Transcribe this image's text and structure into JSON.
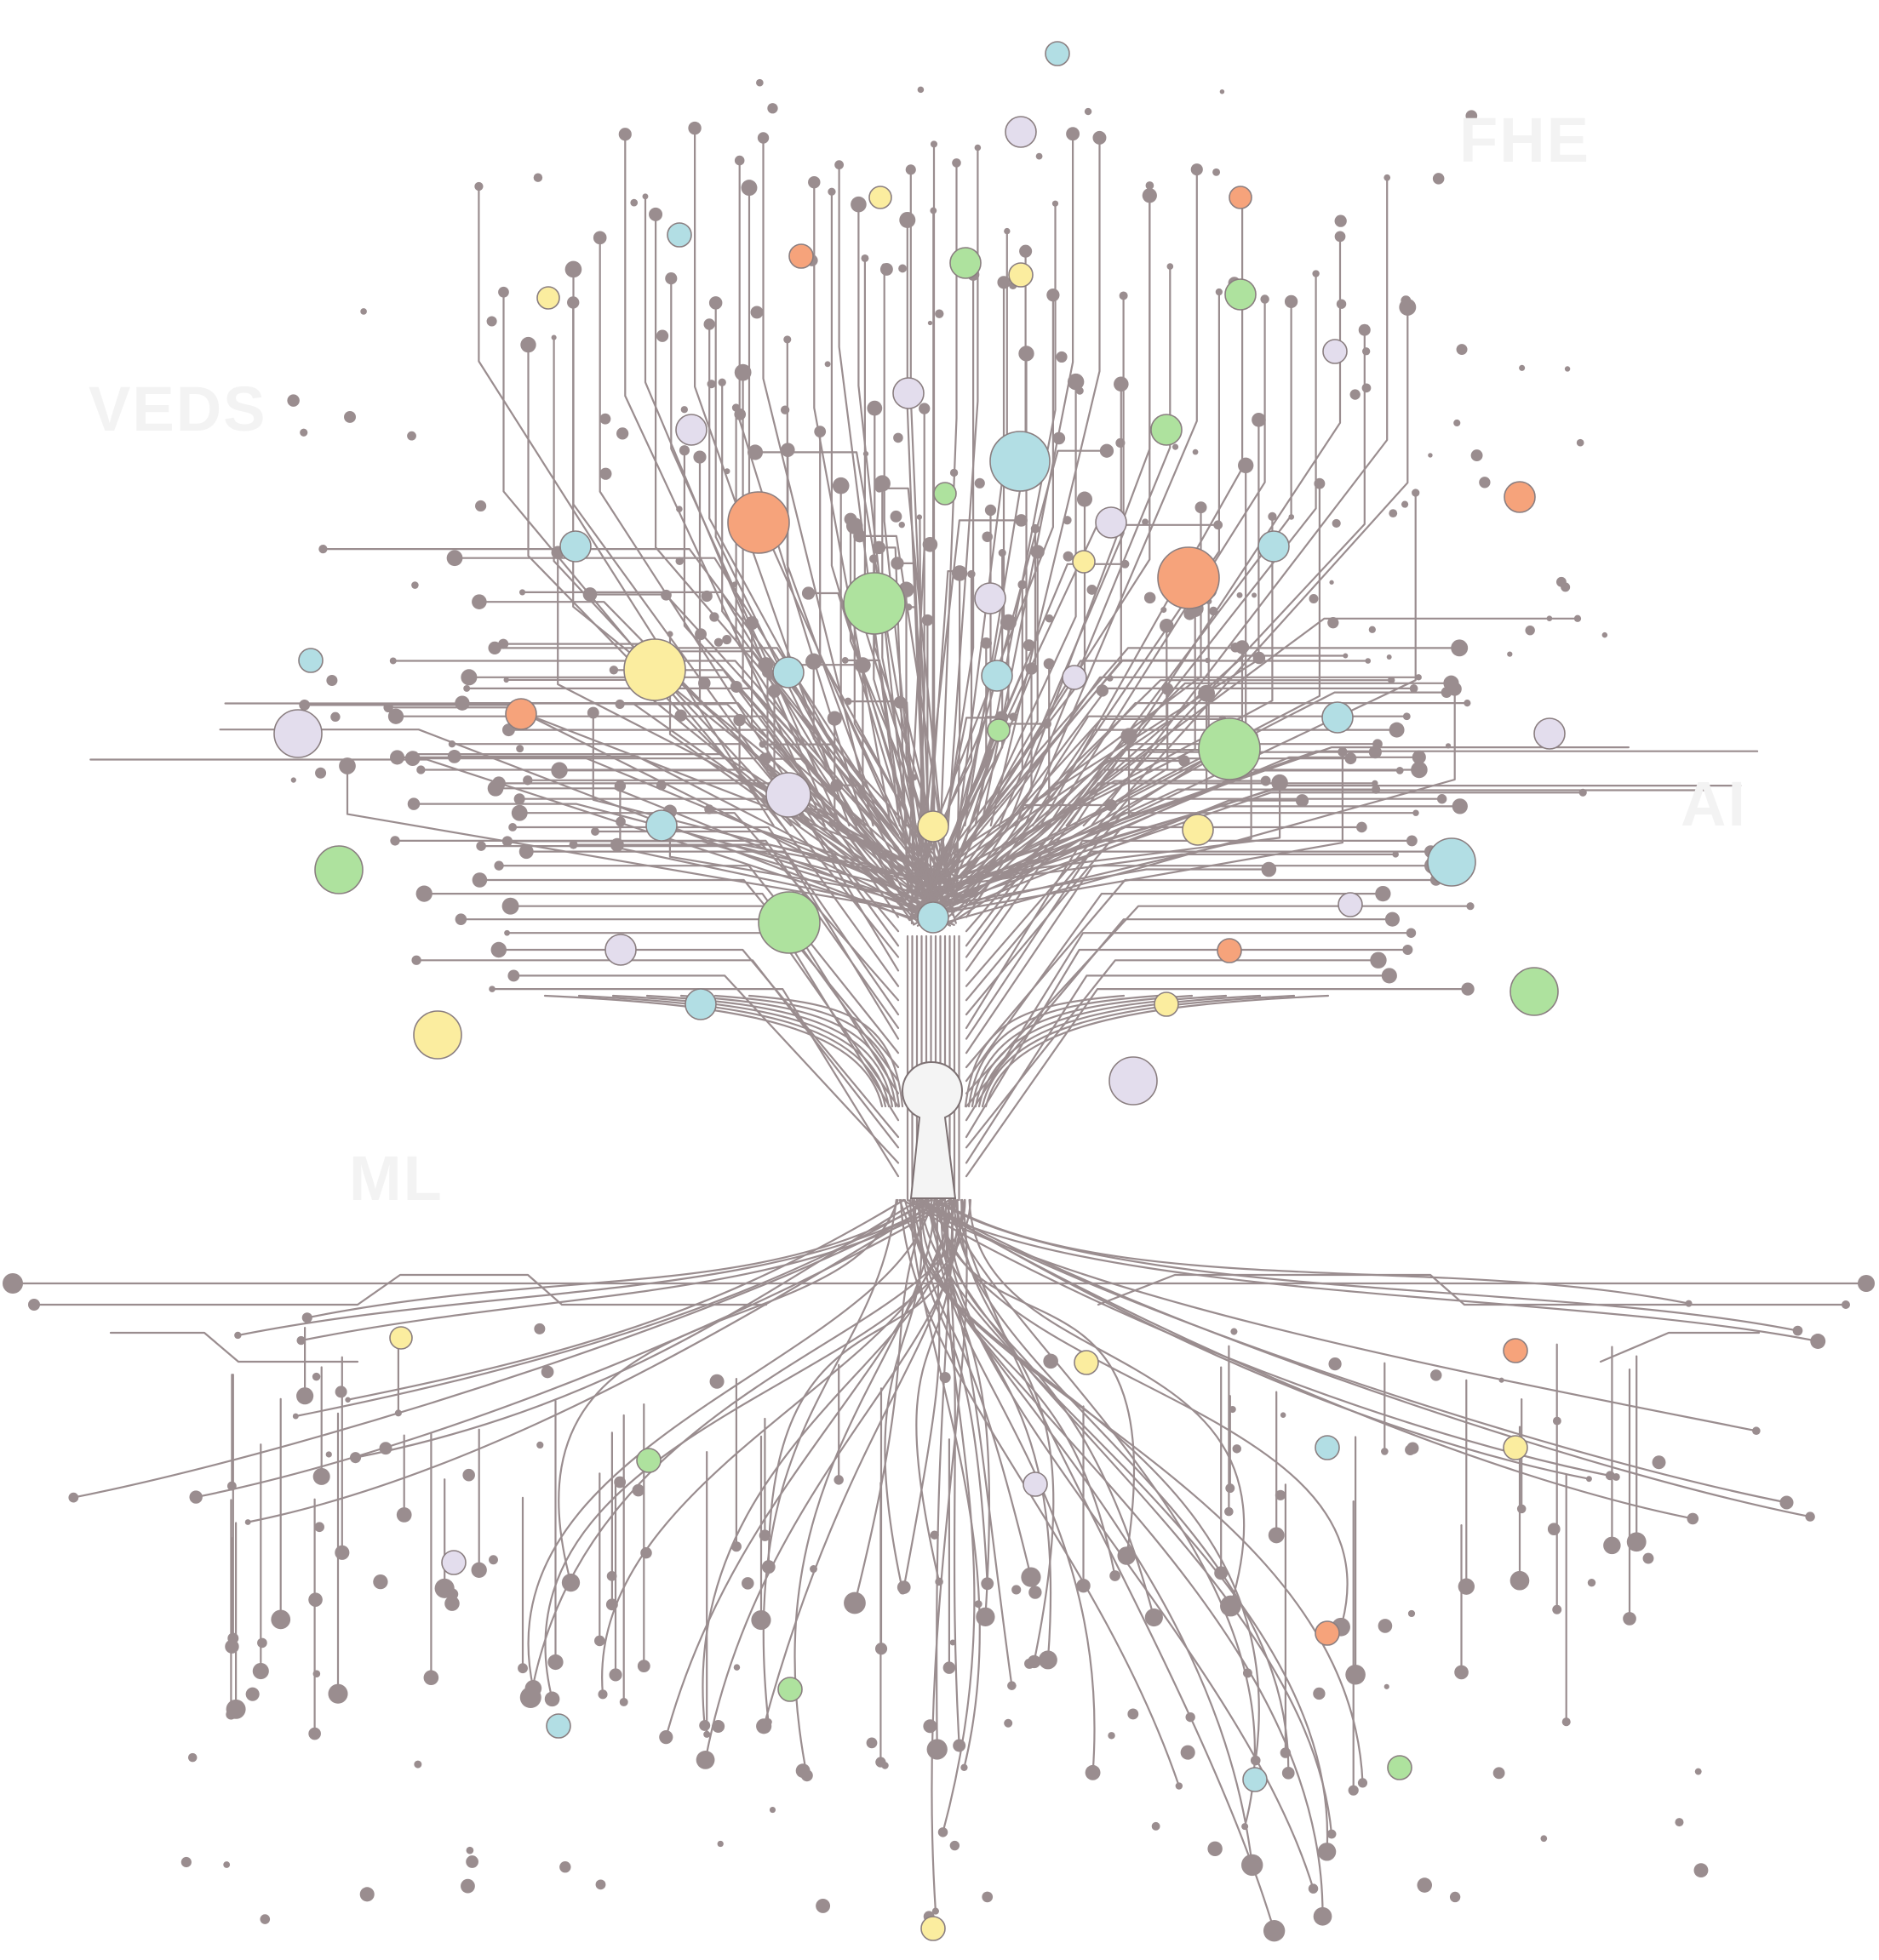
{
  "labels": {
    "veds": "VEDS",
    "fhe": "FHE",
    "ai": "AI",
    "ml": "ML"
  },
  "palette": {
    "trace": "#9a8d8f",
    "node": "#9a8d8f",
    "node_stroke": "#8a7e80",
    "orange": "#f6a37b",
    "green": "#aee29e",
    "blue": "#b2dee4",
    "yellow": "#fbed9f",
    "lavender": "#e3dded",
    "keyhole": "#f4f4f4",
    "watermark": "#f3f3f3"
  },
  "icons": {
    "center": "keyhole-icon",
    "motif": "circuit-tree-icon"
  }
}
